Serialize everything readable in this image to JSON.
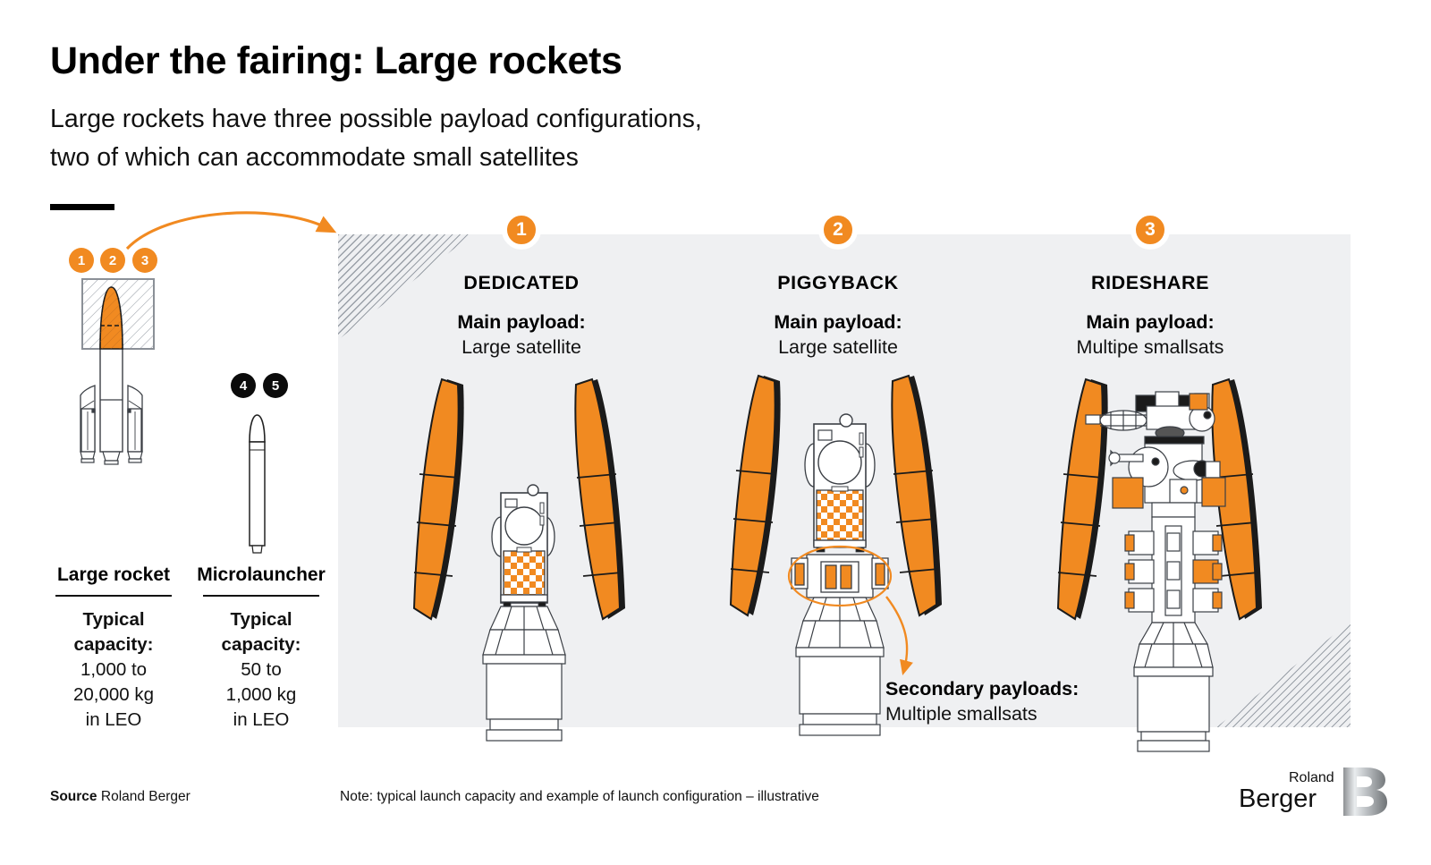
{
  "header": {
    "title": "Under the fairing: Large rockets",
    "subtitle_line1": "Large rockets have three possible payload configurations,",
    "subtitle_line2": "two of which can accommodate small satellites"
  },
  "colors": {
    "accent_orange": "#F18A21",
    "panel_gray": "#EFF0F2",
    "text_black": "#111111",
    "badge_black": "#0B0B0B",
    "hatch_gray": "#9AA0A8"
  },
  "left_panel": {
    "fairing_badges": [
      {
        "label": "1",
        "style": "orange"
      },
      {
        "label": "2",
        "style": "orange"
      },
      {
        "label": "3",
        "style": "orange"
      }
    ],
    "microlauncher_badges": [
      {
        "label": "4",
        "style": "black"
      },
      {
        "label": "5",
        "style": "black"
      }
    ],
    "vehicles": [
      {
        "name": "Large rocket",
        "capacity_label": "Typical",
        "capacity_label2": "capacity:",
        "capacity_line1": "1,000 to",
        "capacity_line2": "20,000 kg",
        "capacity_line3": "in LEO"
      },
      {
        "name": "Microlauncher",
        "capacity_label": "Typical",
        "capacity_label2": "capacity:",
        "capacity_line1": "50 to",
        "capacity_line2": "1,000 kg",
        "capacity_line3": "in LEO"
      }
    ]
  },
  "configurations": [
    {
      "badge": "1",
      "name": "DEDICATED",
      "main_payload_label": "Main payload:",
      "main_payload_value": "Large satellite"
    },
    {
      "badge": "2",
      "name": "PIGGYBACK",
      "main_payload_label": "Main payload:",
      "main_payload_value": "Large satellite"
    },
    {
      "badge": "3",
      "name": "RIDESHARE",
      "main_payload_label": "Main payload:",
      "main_payload_value": "Multipe smallsats"
    }
  ],
  "callout": {
    "label": "Secondary payloads:",
    "value": "Multiple smallsats"
  },
  "footer": {
    "source_label": "Source",
    "source_value": "Roland Berger",
    "note": "Note: typical launch capacity and example of launch configuration – illustrative",
    "logo_line1": "Roland",
    "logo_line2": "Berger",
    "logo_mark": "B"
  },
  "icons": {
    "arrow_curved": "curved-arrow-icon",
    "highlight_box": "fairing-highlight-box-icon",
    "rocket_large": "large-rocket-icon",
    "rocket_micro": "microlauncher-icon",
    "fairing_half": "fairing-half-icon",
    "satellite_large": "large-satellite-icon",
    "smallsat_cluster": "smallsat-cluster-icon",
    "ellipse_highlight": "ellipse-highlight-icon"
  }
}
